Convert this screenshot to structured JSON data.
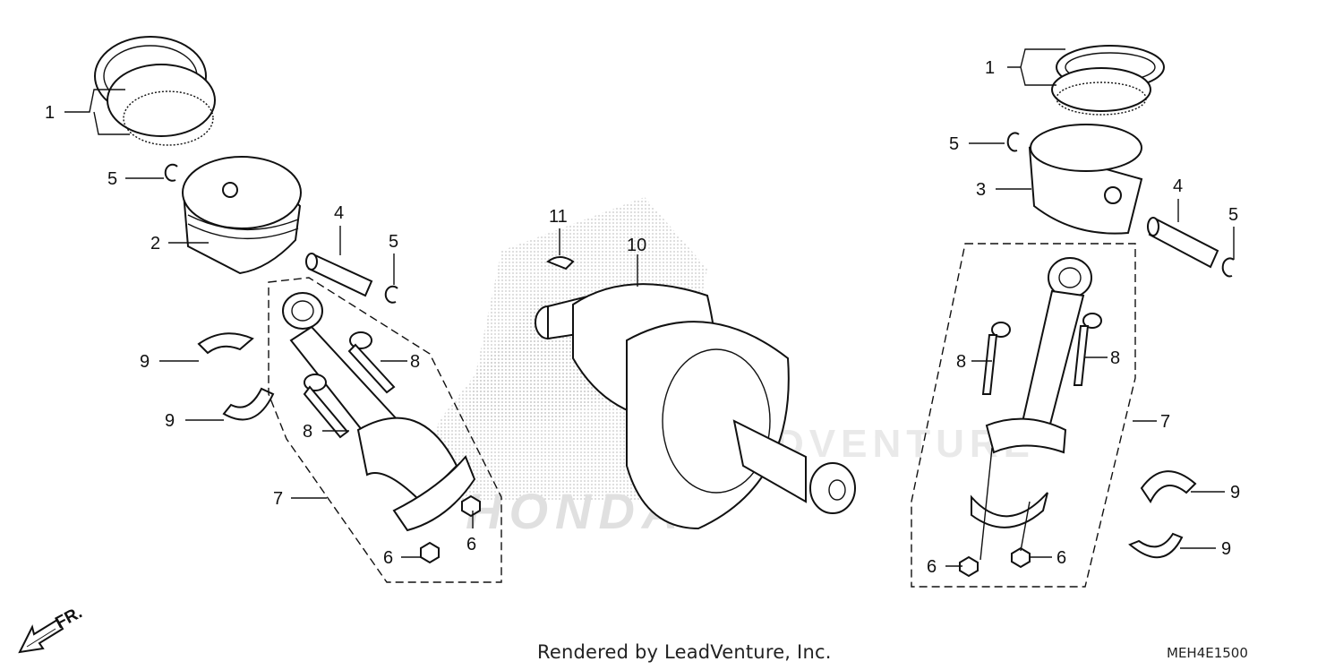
{
  "callouts": {
    "l1": "1",
    "l2": "2",
    "l4": "4",
    "l5a": "5",
    "l5b": "5",
    "l9a": "9",
    "l9b": "9",
    "l8a": "8",
    "l8b": "8",
    "l7": "7",
    "l6a": "6",
    "l6b": "6",
    "c11": "11",
    "c10": "10",
    "r1": "1",
    "r5a": "5",
    "r3": "3",
    "r4": "4",
    "r5b": "5",
    "r8a": "8",
    "r8b": "8",
    "r7": "7",
    "r9a": "9",
    "r9b": "9",
    "r6a": "6",
    "r6b": "6"
  },
  "watermark": {
    "brand": "LEADVENTURE",
    "make": "HONDA"
  },
  "direction_label": "FR.",
  "footer": {
    "rendered_by": "Rendered by LeadVenture, Inc.",
    "diagram_code": "MEH4E1500"
  }
}
